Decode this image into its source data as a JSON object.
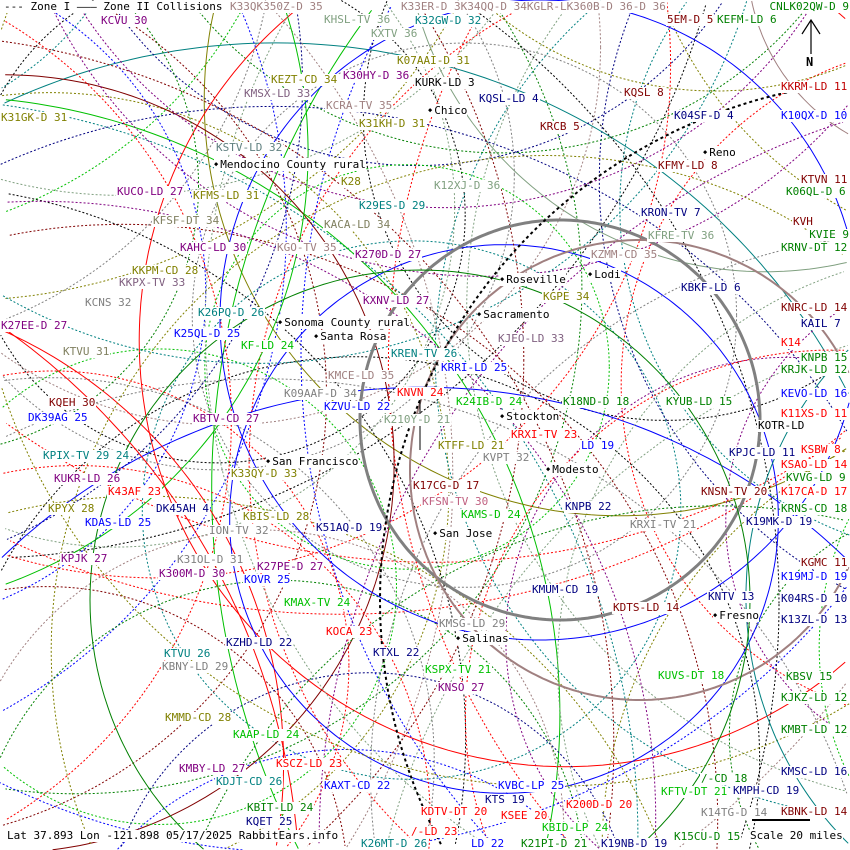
{
  "legend": {
    "text": "--- Zone I ——— Zone II Collisions"
  },
  "status": {
    "text": "Lat 37.893 Lon -121.898 05/17/2025 RabbitEars.info"
  },
  "scale": {
    "text": "Scale 20 miles"
  },
  "north": {
    "label": "N"
  },
  "colors": {
    "maroon": "#800000",
    "olive": "#808000",
    "purple": "#800080",
    "teal": "#008080",
    "green": "#008000",
    "blue": "#0000ff",
    "navy": "#000080",
    "red": "#ff0000",
    "lime": "#00c000",
    "sage": "#80a080",
    "rose": "#a08080",
    "gray": "#808080",
    "black": "#000000"
  },
  "cities": [
    "Chico",
    "Reno",
    "Mendocino County rural",
    "Roseville",
    "Sacramento",
    "Sonoma County rural",
    "Santa Rosa",
    "Stockton",
    "San Francisco",
    "Modesto",
    "San Jose",
    "Fresno",
    "Salinas",
    "Lodi"
  ],
  "stations": [
    {
      "text": "K33QK350Z-D 35",
      "color": "#a08080"
    },
    {
      "text": "KHSL-TV 36",
      "color": "#80a080"
    },
    {
      "text": "K33ER-D 3K34QQ-D 34KGLR-LK360B-D 36-D 36",
      "color": "#a08080"
    },
    {
      "text": "5EM-D 5",
      "color": "#800000"
    },
    {
      "text": "KEFM-LD 6",
      "color": "#008000"
    },
    {
      "text": "CNLK02QW-D 9",
      "color": "#008000"
    },
    {
      "text": "KCVU 30",
      "color": "#800080"
    },
    {
      "text": "K32GW-D 32",
      "color": "#008080"
    },
    {
      "text": "KXTV 36",
      "color": "#80a080"
    },
    {
      "text": "K07AAI-D 31",
      "color": "#808000"
    },
    {
      "text": "K30HY-D 36",
      "color": "#800080"
    },
    {
      "text": "KEZT-CD 34",
      "color": "#808000"
    },
    {
      "text": "KURK-LD 3",
      "color": "#000000"
    },
    {
      "text": "KMSX-LD 33",
      "color": "#806080"
    },
    {
      "text": "KCRA-TV 35",
      "color": "#a08080"
    },
    {
      "text": "KQSL-LD 4",
      "color": "#000080"
    },
    {
      "text": "KQSL 8",
      "color": "#800000"
    },
    {
      "text": "KKRM-LD 11",
      "color": "#c00000"
    },
    {
      "text": "K31GK-D 31",
      "color": "#808000"
    },
    {
      "text": "K31KH-D 31",
      "color": "#808000"
    },
    {
      "text": "K04SF-D 4",
      "color": "#000080"
    },
    {
      "text": "K10QX-D 10",
      "color": "#0000ff"
    },
    {
      "text": "KRCB 5",
      "color": "#800000"
    },
    {
      "text": "KSTV-LD 32",
      "color": "#608080"
    },
    {
      "text": "KFMY-LD 8",
      "color": "#800000"
    },
    {
      "text": "KTVN 11",
      "color": "#800000"
    },
    {
      "text": "KUCO-LD 27",
      "color": "#800080"
    },
    {
      "text": "KFMS-LD 31",
      "color": "#808000"
    },
    {
      "text": "K29ES-D 29",
      "color": "#008080"
    },
    {
      "text": "K12XJ-D 36",
      "color": "#80a080"
    },
    {
      "text": "K06QL-D 6",
      "color": "#008000"
    },
    {
      "text": "KFSF-DT 34",
      "color": "#808060"
    },
    {
      "text": "KACA-LD 34",
      "color": "#808060"
    },
    {
      "text": "KRON-TV 7",
      "color": "#000080"
    },
    {
      "text": "KGO-TV 35",
      "color": "#a08080"
    },
    {
      "text": "KAHC-LD 30",
      "color": "#800080"
    },
    {
      "text": "KFRE-TV 36",
      "color": "#80a080"
    },
    {
      "text": "KVIE 9",
      "color": "#008000"
    },
    {
      "text": "KRNV-DT 12",
      "color": "#008000"
    },
    {
      "text": "KKPM-CD 28",
      "color": "#808000"
    },
    {
      "text": "K270D-D 27",
      "color": "#800080"
    },
    {
      "text": "KKPX-TV 33",
      "color": "#806080"
    },
    {
      "text": "KZMM-CD 35",
      "color": "#a08080"
    },
    {
      "text": "KBKF-LD 6",
      "color": "#000080"
    },
    {
      "text": "KCNS 32",
      "color": "#808080"
    },
    {
      "text": "KGPE 34",
      "color": "#808000"
    },
    {
      "text": "KNRC-LD 14",
      "color": "#800000"
    },
    {
      "text": "K26PQ-D 26",
      "color": "#008080"
    },
    {
      "text": "K27EE-D 27",
      "color": "#800080"
    },
    {
      "text": "KXNV-LD 27",
      "color": "#800080"
    },
    {
      "text": "KAIL 7",
      "color": "#000080"
    },
    {
      "text": "K25QL-D 25",
      "color": "#0000ff"
    },
    {
      "text": "KF-LD 24",
      "color": "#00c000"
    },
    {
      "text": "KJEO-LD 33",
      "color": "#806080"
    },
    {
      "text": "KTVU 31",
      "color": "#808060"
    },
    {
      "text": "KREN-TV 26",
      "color": "#008080"
    },
    {
      "text": "KMCE-LD 35",
      "color": "#a08080"
    },
    {
      "text": "KNVN 24",
      "color": "#ff0000"
    },
    {
      "text": "KRRI-LD 25",
      "color": "#0000ff"
    },
    {
      "text": "KNPB 15",
      "color": "#008000"
    },
    {
      "text": "KRJK-LD 12",
      "color": "#008000"
    },
    {
      "text": "K09AAF-D 34",
      "color": "#808080"
    },
    {
      "text": "KZVU-LD 22",
      "color": "#0000ff"
    },
    {
      "text": "KQEH 30",
      "color": "#800000"
    },
    {
      "text": "K24IB-D 24",
      "color": "#00c000"
    },
    {
      "text": "K18ND-D 18",
      "color": "#008000"
    },
    {
      "text": "KYUB-LD 15",
      "color": "#008000"
    },
    {
      "text": "KEVO-LD 16",
      "color": "#0000ff"
    },
    {
      "text": "K11XS-D 11",
      "color": "#ff0000"
    },
    {
      "text": "DK39AG 25",
      "color": "#0000ff"
    },
    {
      "text": "KBTV-CD 27",
      "color": "#800080"
    },
    {
      "text": "K210Y-D 21",
      "color": "#80a080"
    },
    {
      "text": "KOTR-LD",
      "color": "#000000"
    },
    {
      "text": "KSBW 8",
      "color": "#ff0000"
    },
    {
      "text": "KRXI-TV 23",
      "color": "#ff0000"
    },
    {
      "text": "KTFF-LD 21",
      "color": "#808000"
    },
    {
      "text": "KVPT 32",
      "color": "#808080"
    },
    {
      "text": "LD 19",
      "color": "#0000ff"
    },
    {
      "text": "KSAO-LD 14",
      "color": "#ff0000"
    },
    {
      "text": "KPIX-TV 29 24",
      "color": "#008080"
    },
    {
      "text": "K33QY-D 33",
      "color": "#808000"
    },
    {
      "text": "KPJC-LD 11",
      "color": "#000080"
    },
    {
      "text": "KVVG-LD 9",
      "color": "#008000"
    },
    {
      "text": "KUKR-LD 26",
      "color": "#800080"
    },
    {
      "text": "KNSN-TV 20",
      "color": "#800000"
    },
    {
      "text": "K43AF 23",
      "color": "#ff0000"
    },
    {
      "text": "K17CG-D 17",
      "color": "#800000"
    },
    {
      "text": "K17CA-D 17",
      "color": "#ff0000"
    },
    {
      "text": "KFSN-TV 30",
      "color": "#c06080"
    },
    {
      "text": "KAMS-D 24",
      "color": "#00c000"
    },
    {
      "text": "KPYX 28",
      "color": "#808000"
    },
    {
      "text": "DK45AH 4",
      "color": "#000080"
    },
    {
      "text": "ION-TV 32",
      "color": "#808080"
    },
    {
      "text": "KRNS-CD 18",
      "color": "#008000"
    },
    {
      "text": "KNPB 22",
      "color": "#000080"
    },
    {
      "text": "KDAS-LD 25",
      "color": "#0000ff"
    },
    {
      "text": "KBIS-LD 28",
      "color": "#808000"
    },
    {
      "text": "K51AQ-D 19",
      "color": "#000080"
    },
    {
      "text": "KRXI-TV 21",
      "color": "#808080"
    },
    {
      "text": "K19MK-D 19",
      "color": "#000080"
    },
    {
      "text": "KPJK 27",
      "color": "#800080"
    },
    {
      "text": "K31OL-D 31",
      "color": "#808080"
    },
    {
      "text": "KGMC 11",
      "color": "#800000"
    },
    {
      "text": "KOVR 25",
      "color": "#0000ff"
    },
    {
      "text": "K300M-D 30",
      "color": "#800080"
    },
    {
      "text": "K27PE-D 27",
      "color": "#800080"
    },
    {
      "text": "K19MJ-D 19",
      "color": "#0000ff"
    },
    {
      "text": "KMUM-CD 19",
      "color": "#000080"
    },
    {
      "text": "KMAX-TV 24",
      "color": "#00c000"
    },
    {
      "text": "KNTV 13",
      "color": "#000080"
    },
    {
      "text": "K04RS-D 10",
      "color": "#000080"
    },
    {
      "text": "KDTS-LD 14",
      "color": "#800000"
    },
    {
      "text": "K13ZL-D 13",
      "color": "#000080"
    },
    {
      "text": "KMSG-LD 29",
      "color": "#808080"
    },
    {
      "text": "KOCA 23",
      "color": "#ff0000"
    },
    {
      "text": "KZHD-LD 22",
      "color": "#000080"
    },
    {
      "text": "KTVU 26",
      "color": "#008080"
    },
    {
      "text": "KTXL 22",
      "color": "#000080"
    },
    {
      "text": "KBNY-LD 29",
      "color": "#808080"
    },
    {
      "text": "KSPX-TV 21",
      "color": "#00c000"
    },
    {
      "text": "KBSV 15",
      "color": "#008000"
    },
    {
      "text": "KUVS-DT 18",
      "color": "#00c000"
    },
    {
      "text": "KNSO 27",
      "color": "#800080"
    },
    {
      "text": "KJKZ-LD 12",
      "color": "#008000"
    },
    {
      "text": "KMMD-CD 28",
      "color": "#808000"
    },
    {
      "text": "KAAP-LD 24",
      "color": "#00c000"
    },
    {
      "text": "KMBT-LD 12",
      "color": "#008000"
    },
    {
      "text": "KSCZ-LD 23",
      "color": "#ff0000"
    },
    {
      "text": "KMBY-LD 27",
      "color": "#800080"
    },
    {
      "text": "KDJT-CD 26",
      "color": "#008080"
    },
    {
      "text": "KVBC-LP 25",
      "color": "#0000ff"
    },
    {
      "text": "KAXT-CD 22",
      "color": "#0000ff"
    },
    {
      "text": "KMPH-CD 19",
      "color": "#000080"
    },
    {
      "text": "KBNK-LD 14",
      "color": "#800000"
    },
    {
      "text": "KTS 19",
      "color": "#000080"
    },
    {
      "text": "KDTV-DT 20",
      "color": "#ff0000"
    },
    {
      "text": "K200D-D 20",
      "color": "#ff0000"
    },
    {
      "text": "KBIT-LD 24",
      "color": "#008000"
    },
    {
      "text": "K14TG-D 14",
      "color": "#808080"
    },
    {
      "text": "KQET 25",
      "color": "#000080"
    },
    {
      "text": "K15CU-D 15",
      "color": "#008000"
    },
    {
      "text": "KMSC-LD 16",
      "color": "#000080"
    },
    {
      "text": "KBID-LP 24",
      "color": "#00c000"
    },
    {
      "text": "K26MT-D 26",
      "color": "#008080"
    },
    {
      "text": "/-LD 23",
      "color": "#ff0000"
    },
    {
      "text": "LD 22",
      "color": "#0000ff"
    },
    {
      "text": "K21PI-D 21",
      "color": "#008000"
    },
    {
      "text": "K19NB-D 19",
      "color": "#000080"
    },
    {
      "text": "KFTV-DT 21",
      "color": "#00c000"
    },
    {
      "text": "KSEE 20",
      "color": "#ff0000"
    },
    {
      "text": "/-CD 18",
      "color": "#008000"
    },
    {
      "text": "KVH",
      "color": "#800000"
    },
    {
      "text": "K28",
      "color": "#808000"
    },
    {
      "text": "K14",
      "color": "#ff0000"
    }
  ]
}
